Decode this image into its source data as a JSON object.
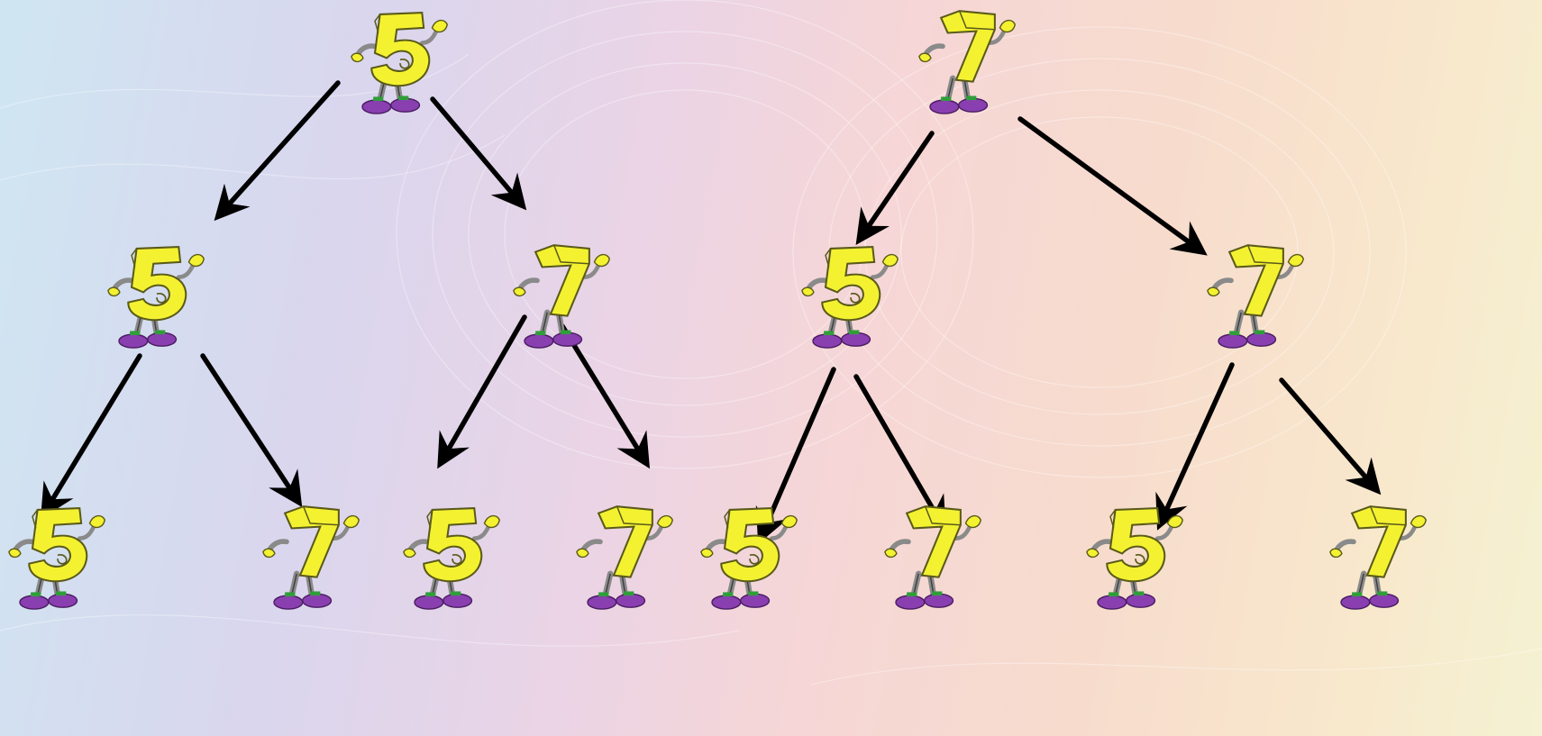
{
  "tree": {
    "roots": [
      {
        "digit": "5",
        "children": [
          {
            "digit": "5",
            "children": [
              {
                "digit": "5"
              },
              {
                "digit": "7"
              }
            ]
          },
          {
            "digit": "7",
            "children": [
              {
                "digit": "5"
              },
              {
                "digit": "7"
              }
            ]
          }
        ]
      },
      {
        "digit": "7",
        "children": [
          {
            "digit": "5",
            "children": [
              {
                "digit": "5"
              },
              {
                "digit": "7"
              }
            ]
          },
          {
            "digit": "7",
            "children": [
              {
                "digit": "5"
              },
              {
                "digit": "7"
              }
            ]
          }
        ]
      }
    ]
  },
  "colors": {
    "body": "#f4f230",
    "outline": "#5a5a1a",
    "shoe": "#8a3fb0",
    "leg": "#8a8a8a",
    "arrow": "#000000"
  },
  "icons": {
    "character": "walking-digit-character-icon",
    "arrow": "down-arrow-icon"
  }
}
